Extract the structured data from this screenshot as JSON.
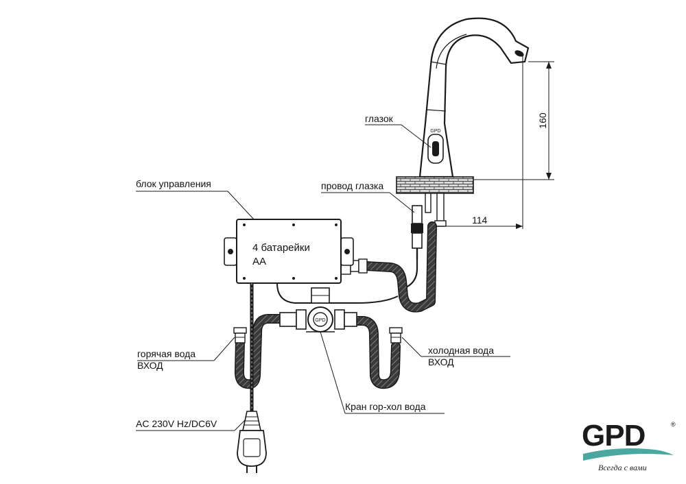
{
  "labels": {
    "eye": "глазок",
    "control_unit": "блок управления",
    "eye_wire": "провод глазка",
    "batteries_line1": "4 батарейки",
    "batteries_line2": "АА",
    "hot_water": "горячая вода",
    "hot_inlet": "ВХОД",
    "cold_water": "холодная вода",
    "cold_inlet": "ВХОД",
    "mixer_valve": "Кран гор-хол вода",
    "power": "AC 230V Hz/DC6V"
  },
  "dimensions": {
    "height": "160",
    "reach": "114"
  },
  "logo": {
    "brand": "GPD",
    "registered": "®",
    "tagline": "Всегда с вами",
    "accent_color": "#4aa8a0"
  }
}
